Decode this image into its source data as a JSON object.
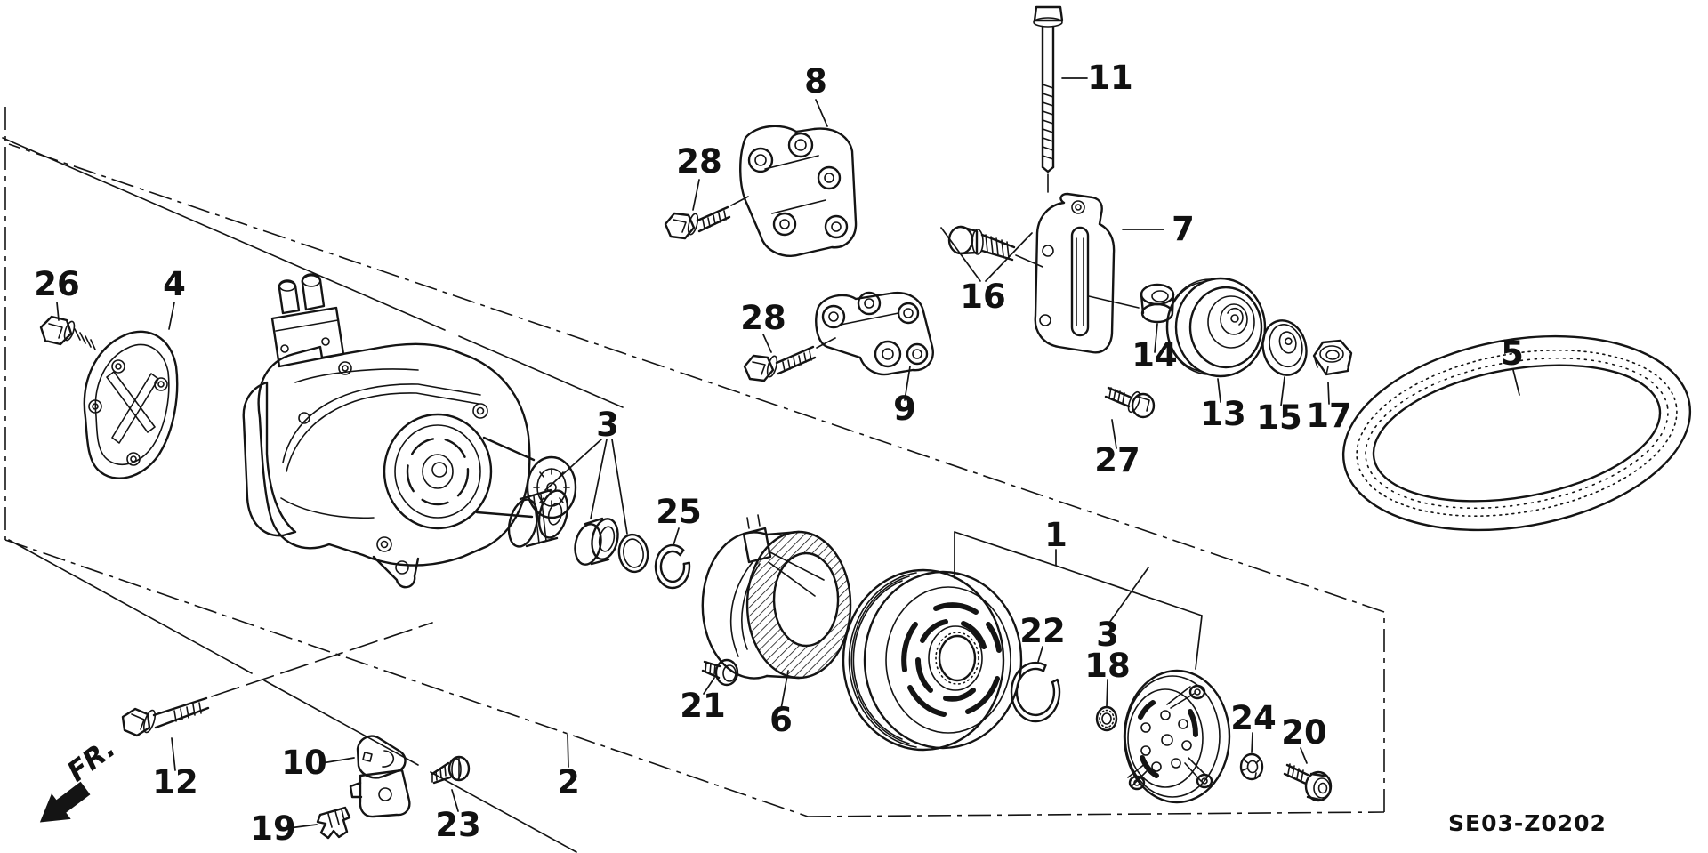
{
  "diagram": {
    "code": "SE03-Z0202",
    "direction_label": "FR.",
    "background_color": "#ffffff",
    "line_color": "#141414",
    "type": "exploded-parts-diagram",
    "subject": "A/C compressor, clutch, brackets and belt",
    "callouts": [
      {
        "text": "26"
      },
      {
        "text": "4"
      },
      {
        "text": "8"
      },
      {
        "text": "28"
      },
      {
        "text": "11"
      },
      {
        "text": "7"
      },
      {
        "text": "16"
      },
      {
        "text": "14"
      },
      {
        "text": "13"
      },
      {
        "text": "15"
      },
      {
        "text": "17"
      },
      {
        "text": "5"
      },
      {
        "text": "28"
      },
      {
        "text": "9"
      },
      {
        "text": "27"
      },
      {
        "text": "3"
      },
      {
        "text": "25"
      },
      {
        "text": "21"
      },
      {
        "text": "6"
      },
      {
        "text": "2"
      },
      {
        "text": "1"
      },
      {
        "text": "22"
      },
      {
        "text": "3"
      },
      {
        "text": "18"
      },
      {
        "text": "24"
      },
      {
        "text": "20"
      },
      {
        "text": "12"
      },
      {
        "text": "10"
      },
      {
        "text": "19"
      },
      {
        "text": "23"
      }
    ]
  }
}
